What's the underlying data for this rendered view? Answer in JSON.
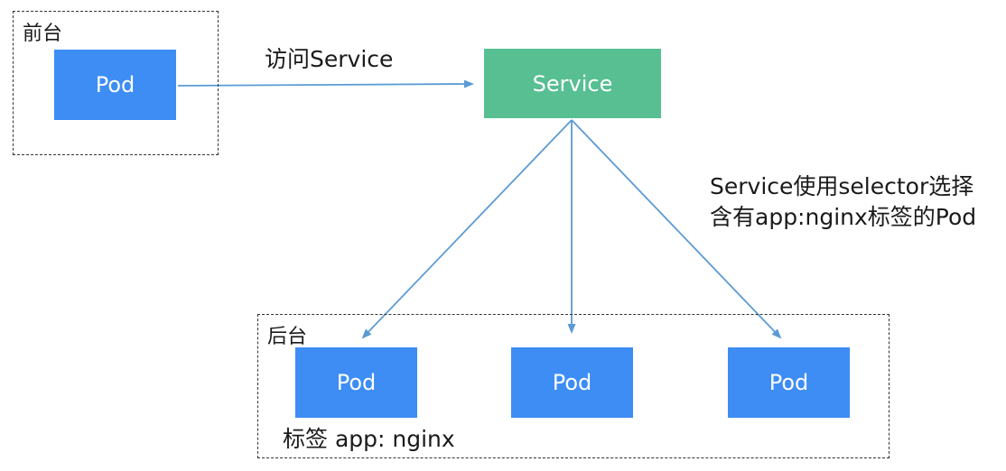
{
  "diagram": {
    "frontend_group": {
      "label": "前台"
    },
    "frontend_pod": {
      "label": "Pod"
    },
    "service": {
      "label": "Service"
    },
    "access_arrow_label": "访问Service",
    "selector_note": {
      "line1": "Service使用selector选择",
      "line2": "含有app:nginx标签的Pod"
    },
    "backend_group": {
      "label": "后台",
      "tag_note": "标签 app: nginx"
    },
    "backend_pods": [
      {
        "label": "Pod"
      },
      {
        "label": "Pod"
      },
      {
        "label": "Pod"
      }
    ],
    "colors": {
      "pod_blue": "#3D8DF5",
      "service_green": "#57BF92",
      "arrow_blue": "#5B9BD5"
    }
  }
}
